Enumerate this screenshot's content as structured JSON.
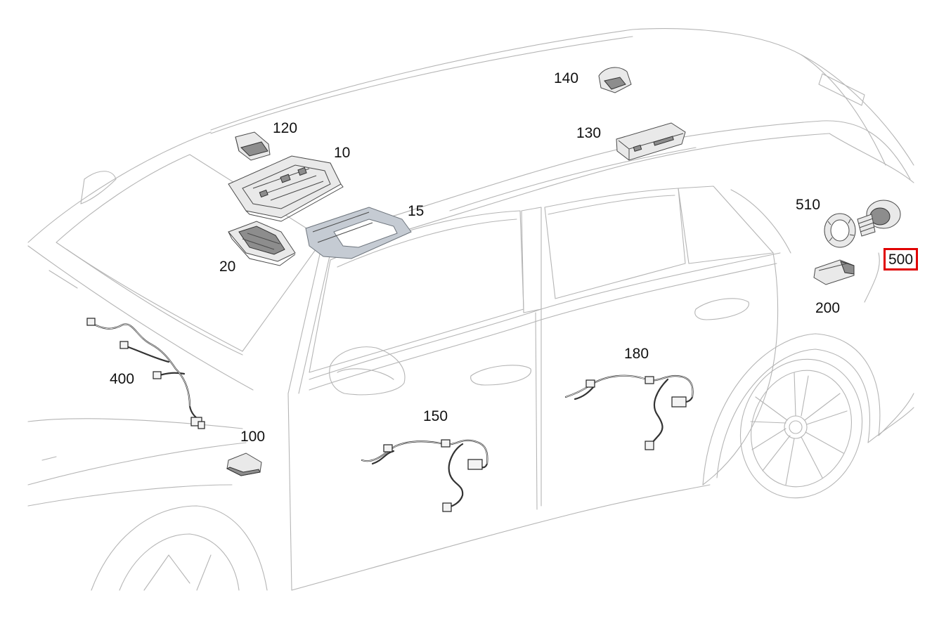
{
  "parts": [
    {
      "id": "10",
      "label": "10",
      "name": "overhead-control-panel-housing"
    },
    {
      "id": "15",
      "label": "15",
      "name": "overhead-panel-trim-frame"
    },
    {
      "id": "20",
      "label": "20",
      "name": "overhead-panel-lower-unit"
    },
    {
      "id": "100",
      "label": "100",
      "name": "front-door-lamp"
    },
    {
      "id": "120",
      "label": "120",
      "name": "front-roof-lamp"
    },
    {
      "id": "130",
      "label": "130",
      "name": "roof-control-module"
    },
    {
      "id": "140",
      "label": "140",
      "name": "rear-roof-lamp"
    },
    {
      "id": "150",
      "label": "150",
      "name": "front-door-wiring-harness"
    },
    {
      "id": "180",
      "label": "180",
      "name": "rear-door-wiring-harness"
    },
    {
      "id": "200",
      "label": "200",
      "name": "rear-side-lamp"
    },
    {
      "id": "400",
      "label": "400",
      "name": "dashboard-wiring-harness"
    },
    {
      "id": "500",
      "label": "500",
      "name": "rear-socket-assembly",
      "highlighted": true
    },
    {
      "id": "510",
      "label": "510",
      "name": "socket-trim-ring"
    }
  ],
  "highlight_color": "#e00000",
  "part_color": "#e9e9e9",
  "frame_color": "#c5cbd3",
  "outline_color": "#b5b5b5"
}
